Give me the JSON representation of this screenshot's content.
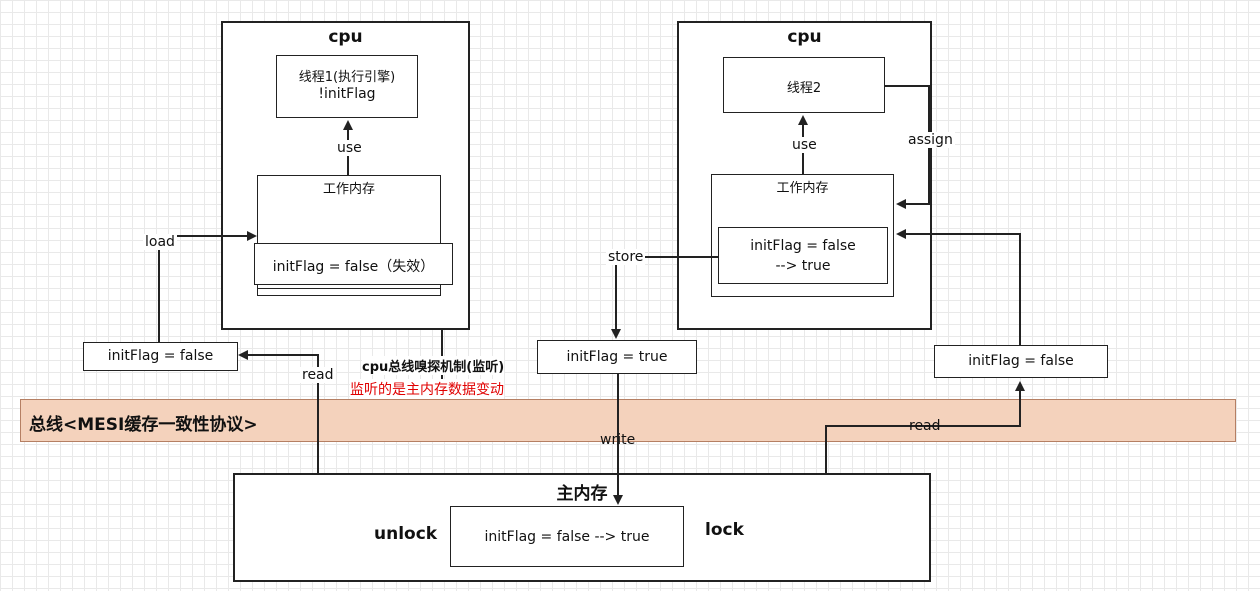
{
  "cpu_left": {
    "title": "cpu",
    "thread_box": {
      "line1": "线程1(执行引擎)",
      "line2": "!initFlag"
    },
    "use_label": "use",
    "work_mem": {
      "title": "工作内存",
      "value": "initFlag = false（失效）"
    }
  },
  "cpu_right": {
    "title": "cpu",
    "thread_box": {
      "line1": "线程2"
    },
    "use_label": "use",
    "assign_label": "assign",
    "work_mem": {
      "title": "工作内存",
      "value_line1": "initFlag = false",
      "value_line2": "--> true"
    }
  },
  "left_flag": {
    "value": "initFlag = false"
  },
  "mid_flag": {
    "value": "initFlag = true"
  },
  "right_flag": {
    "value": "initFlag = false"
  },
  "labels": {
    "load": "load",
    "read_left": "read",
    "store": "store",
    "write": "write",
    "read_right": "read",
    "sniff_title": "cpu总线嗅探机制(监听)",
    "sniff_note": "监听的是主内存数据变动"
  },
  "bus": {
    "label": "总线<MESI缓存一致性协议>",
    "color": "#f4d2bc",
    "border": "#b57f63"
  },
  "main_memory": {
    "title": "主内存",
    "unlock": "unlock",
    "lock": "lock",
    "value": "initFlag = false --> true"
  },
  "note_color": "#e00000"
}
